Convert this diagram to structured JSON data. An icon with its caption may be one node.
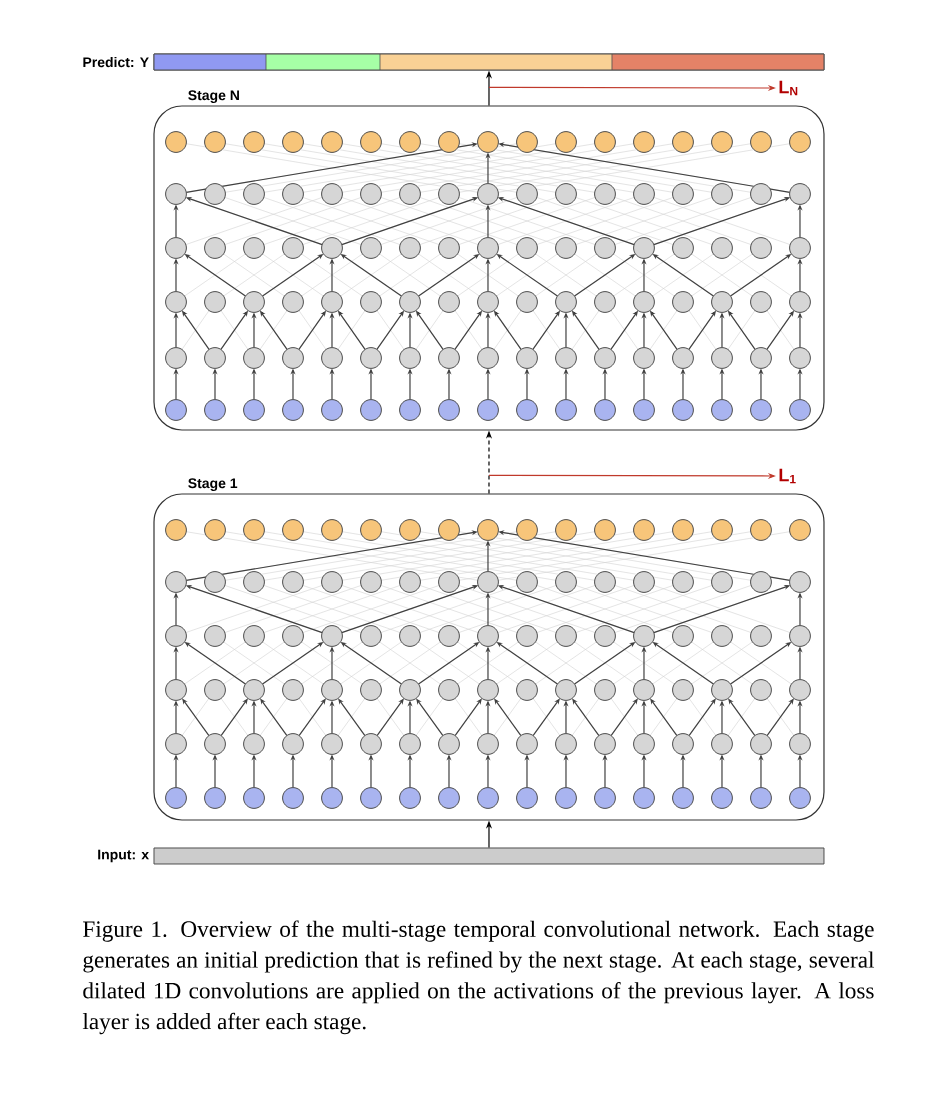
{
  "diagram": {
    "nodes": [
      {
        "text": [
          "Predict: Y"
        ]
      },
      {
        "text": [
          "Stage N"
        ]
      },
      {
        "text": [
          "Stage 1"
        ]
      },
      {
        "text": [
          "Input: x"
        ]
      },
      {
        "text": [
          "L$_{N}$"
        ]
      },
      {
        "text": [
          "L$_{1}$"
        ]
      }
    ],
    "edges": [
      {
        "from": 3,
        "to": 2,
        "arrow": "to"
      },
      {
        "from": 2,
        "to": 1,
        "arrow": "to",
        "style": "dashed"
      },
      {
        "from": 1,
        "to": 0,
        "arrow": "to"
      },
      {
        "from": 1,
        "to": 4,
        "arrow": "to",
        "color": "#c0392b"
      },
      {
        "from": 2,
        "to": 5,
        "arrow": "to",
        "color": "#c0392b"
      }
    ],
    "caption": "Figure 1. Overview of the multi-stage temporal convolutional network. Each stage generates an initial prediction that is refined by the next stage. At each stage, several dilated 1D convolutions are applied on the activations of the previous layer. A loss layer is added after each stage."
  }
}
